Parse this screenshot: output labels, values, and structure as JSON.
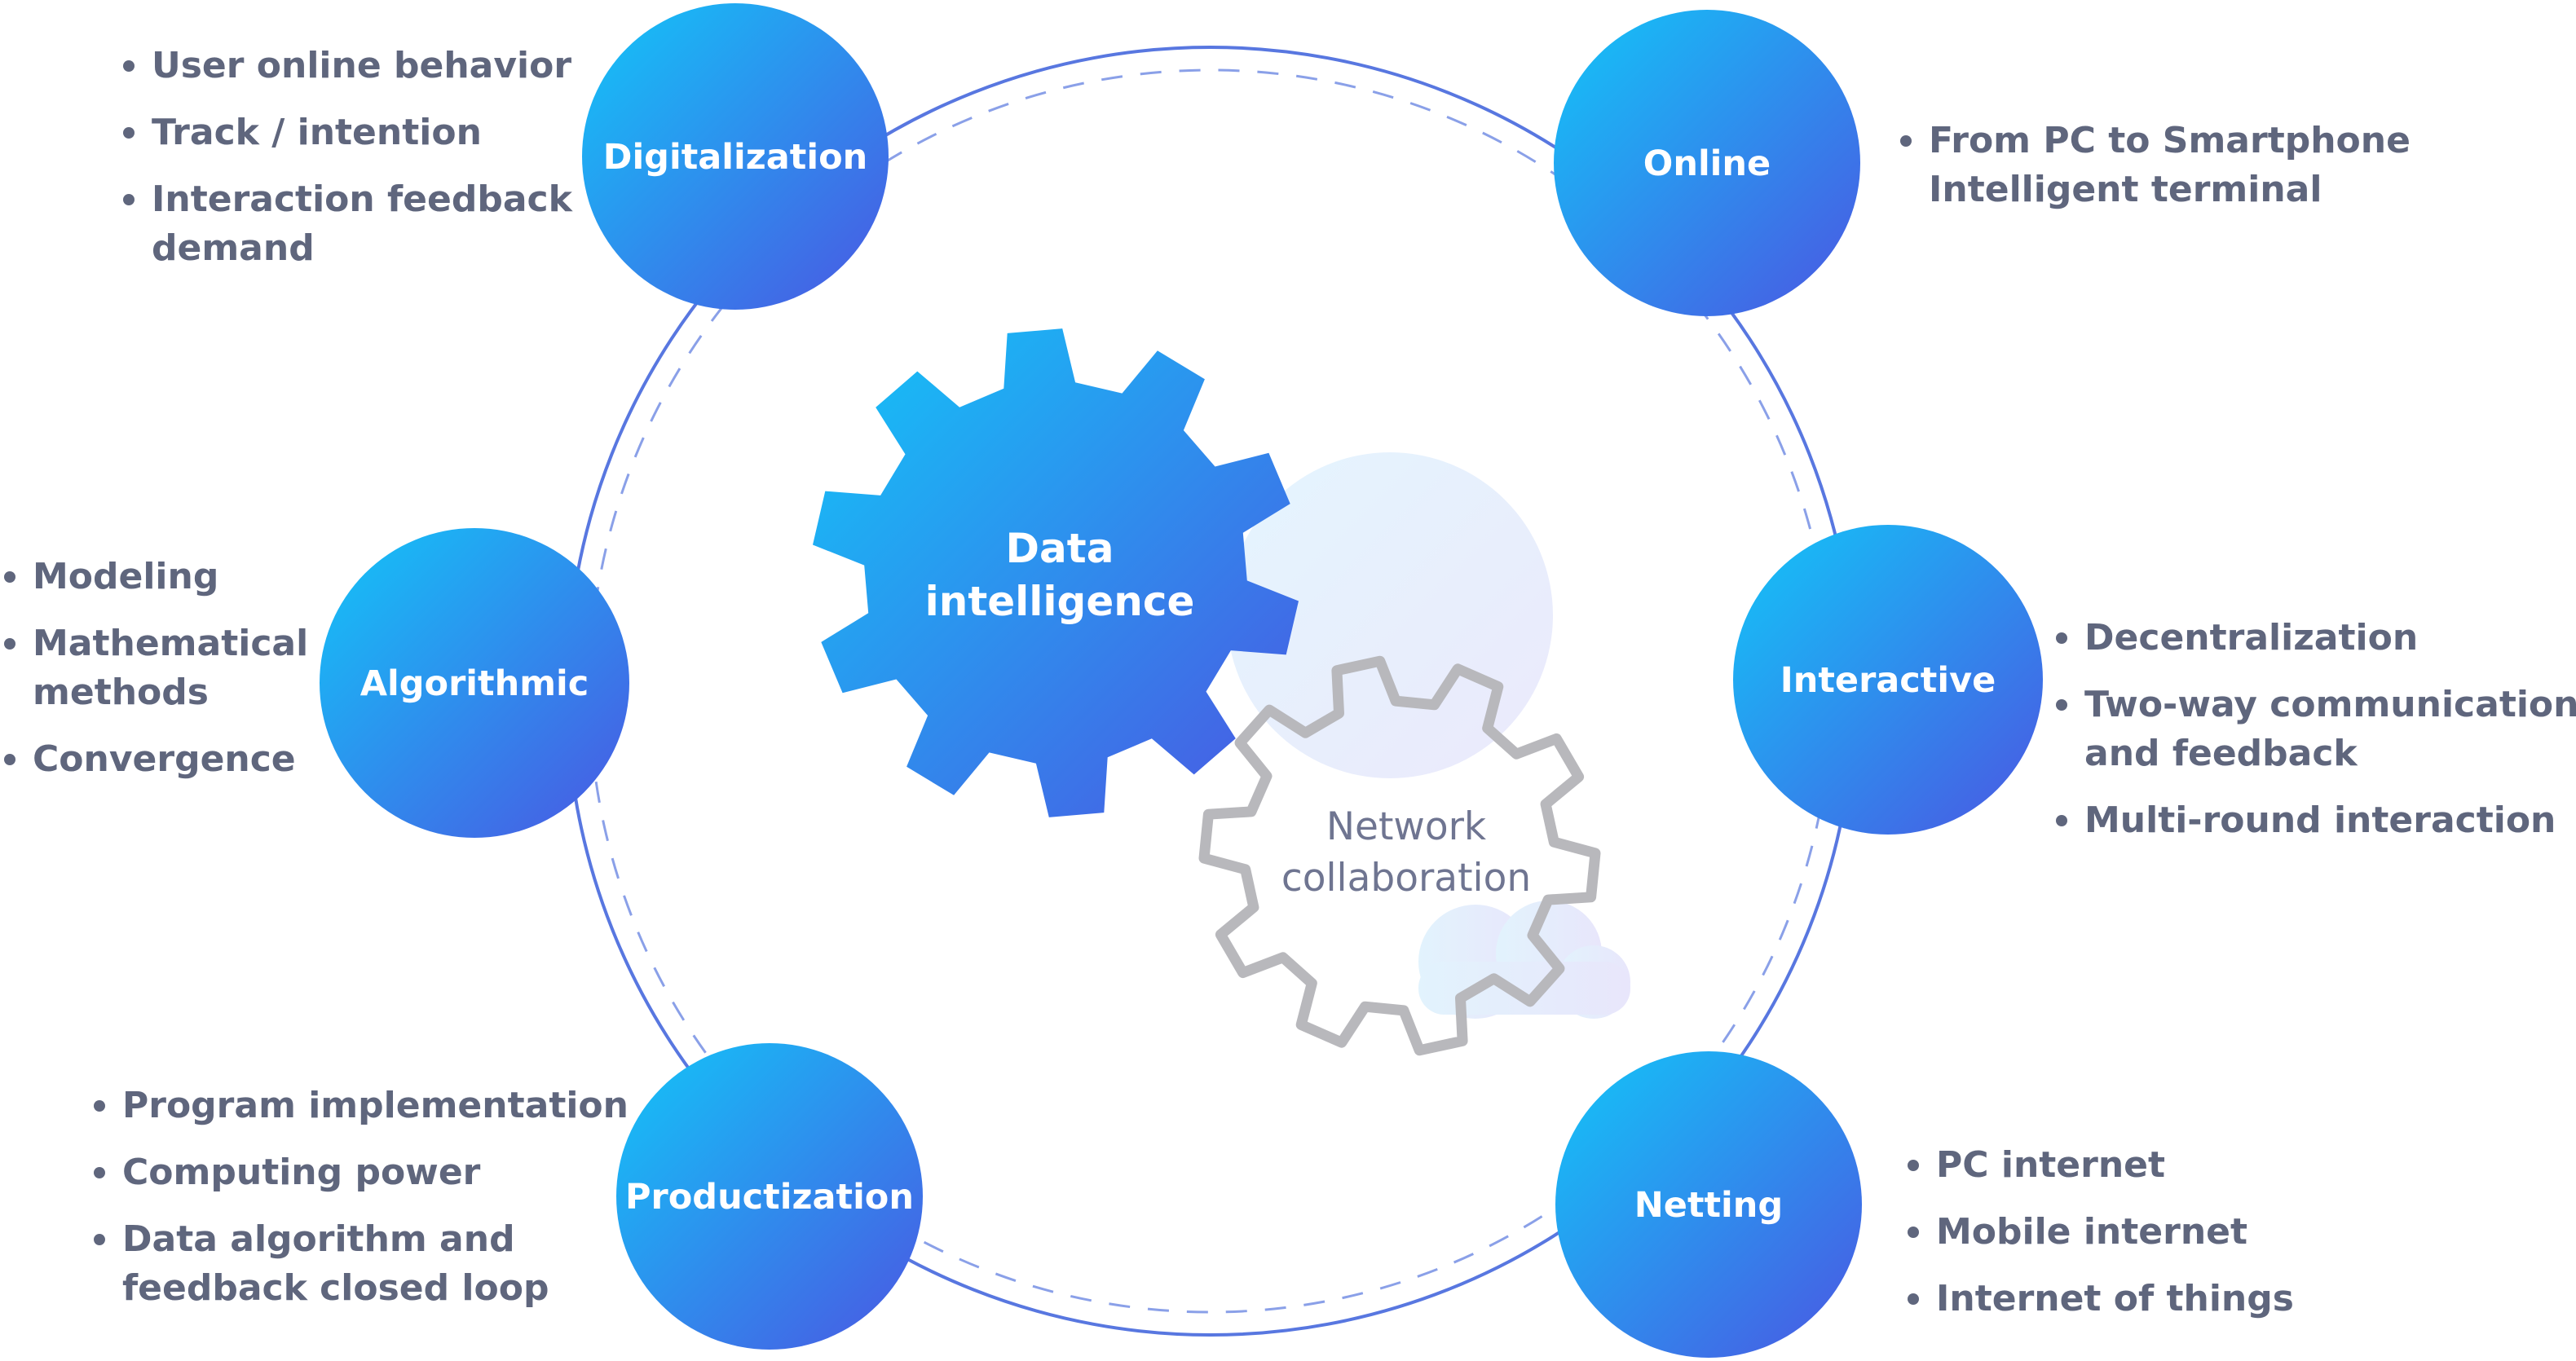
{
  "center": {
    "line1": "Data",
    "line2": "intelligence"
  },
  "network": {
    "line1": "Network",
    "line2": "collaboration"
  },
  "nodes": [
    {
      "id": "digitalization",
      "label": "Digitalization"
    },
    {
      "id": "online",
      "label": "Online"
    },
    {
      "id": "algorithmic",
      "label": "Algorithmic"
    },
    {
      "id": "interactive",
      "label": "Interactive"
    },
    {
      "id": "productization",
      "label": "Productization"
    },
    {
      "id": "netting",
      "label": "Netting"
    }
  ],
  "bullets": {
    "digitalization": [
      {
        "lines": [
          "User online behavior"
        ]
      },
      {
        "lines": [
          "Track / intention"
        ]
      },
      {
        "lines": [
          "Interaction feedback",
          "demand"
        ]
      }
    ],
    "online": [
      {
        "lines": [
          "From PC to Smartphone",
          "Intelligent terminal"
        ]
      }
    ],
    "algorithmic": [
      {
        "lines": [
          "Modeling"
        ]
      },
      {
        "lines": [
          "Mathematical",
          "methods"
        ]
      },
      {
        "lines": [
          "Convergence"
        ]
      }
    ],
    "interactive": [
      {
        "lines": [
          "Decentralization"
        ]
      },
      {
        "lines": [
          "Two-way communication",
          "and feedback"
        ]
      },
      {
        "lines": [
          "Multi-round interaction"
        ]
      }
    ],
    "productization": [
      {
        "lines": [
          "Program implementation"
        ]
      },
      {
        "lines": [
          "Computing power"
        ]
      },
      {
        "lines": [
          "Data algorithm and",
          "feedback closed loop"
        ]
      }
    ],
    "netting": [
      {
        "lines": [
          "PC internet"
        ]
      },
      {
        "lines": [
          "Mobile internet"
        ]
      },
      {
        "lines": [
          "Internet of things"
        ]
      }
    ]
  },
  "colors": {
    "gradient_start": "#12c6f8",
    "gradient_end": "#4b56e2",
    "ring_line": "#5877e0",
    "dashed_ring": "#8aa0e8",
    "bullet_text": "#5f667d",
    "outline_gear": "#b8b8bc",
    "soft_circle": "#e6f2fd",
    "network_text": "#6f7591"
  }
}
